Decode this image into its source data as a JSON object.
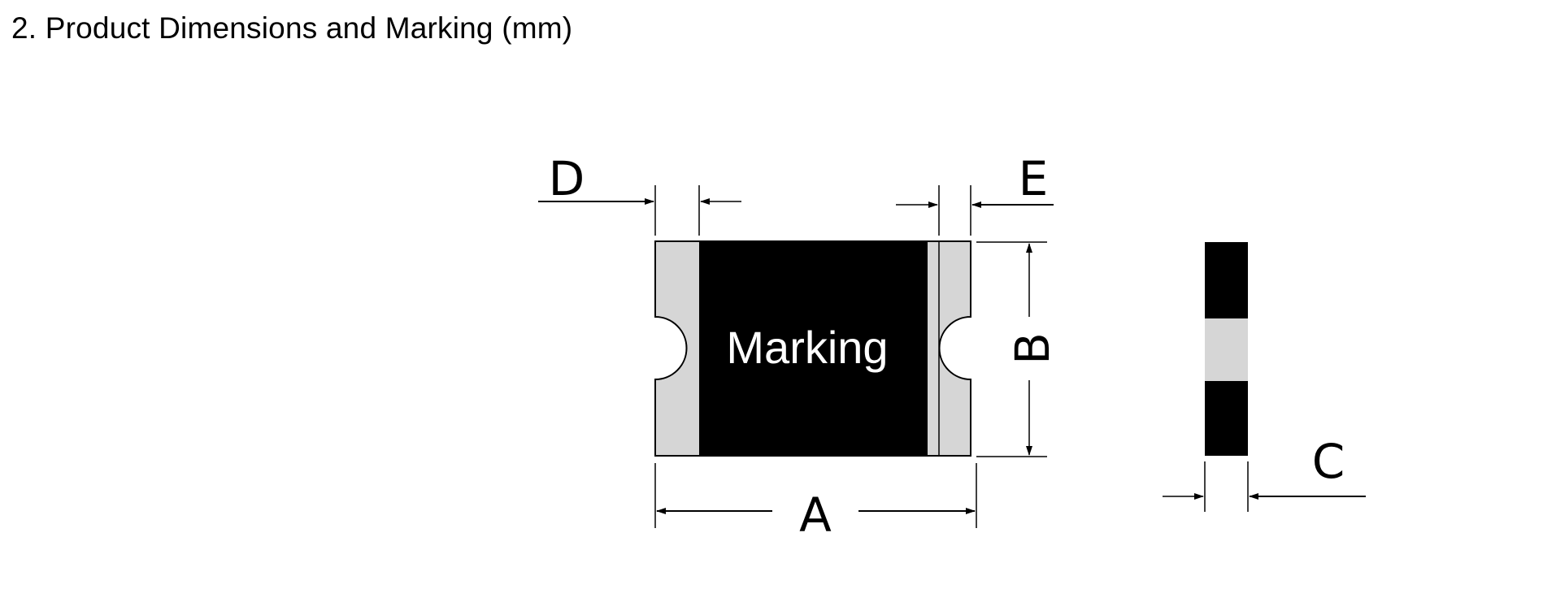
{
  "heading": "2. Product Dimensions and Marking (mm)",
  "diagram": {
    "marking_text": "Marking",
    "labels": {
      "a": "A",
      "b": "B",
      "c": "C",
      "d": "D",
      "e": "E"
    }
  },
  "colors": {
    "body": "#000000",
    "terminal": "#d6d6d6",
    "line": "#000000"
  }
}
